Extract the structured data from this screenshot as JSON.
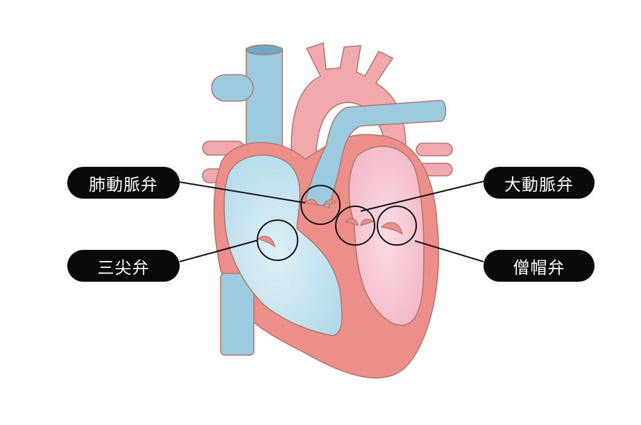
{
  "labels": {
    "pulmonary_valve": "肺動脈弁",
    "tricuspid_valve": "三尖弁",
    "aortic_valve": "大動脈弁",
    "mitral_valve": "僧帽弁"
  },
  "colors": {
    "background": "#ffffff",
    "oxygenated": "#f2a9ad",
    "heart_wall": "#ee8e8a",
    "deoxygenated": "#9ccbe0",
    "left_chambers": "#f6c4d0",
    "right_chambers": "#cde7f2",
    "outline": "#a9786c",
    "label_bg": "#0a0a0a",
    "label_text": "#ffffff"
  }
}
